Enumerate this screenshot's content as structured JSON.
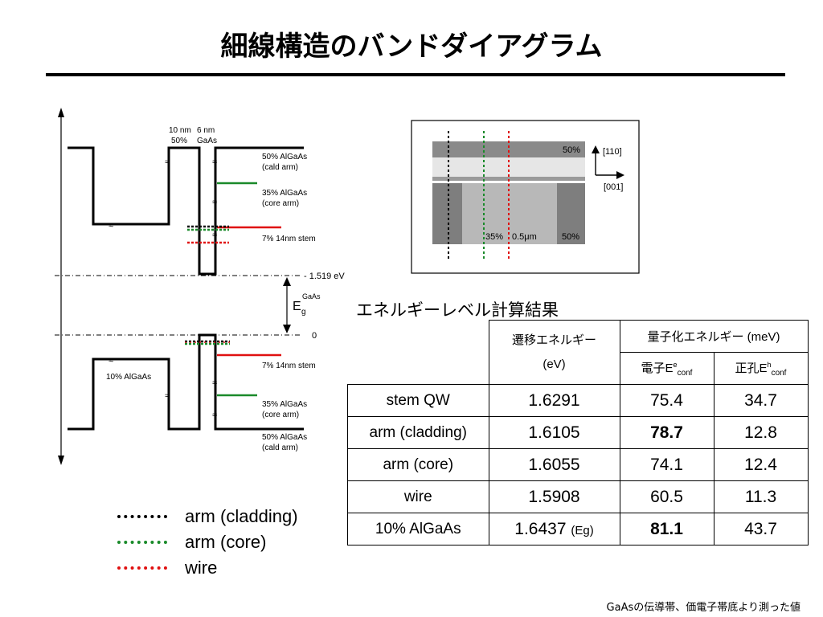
{
  "title": "細線構造のバンドダイアグラム",
  "diagram": {
    "top_label_10nm": "10 nm",
    "top_label_6nm": "6 nm",
    "top_label_50pct": "50%",
    "top_label_gaas": "GaAs",
    "cb_label_cald": [
      "50% AlGaAs",
      "(cald arm)"
    ],
    "cb_label_core": [
      "35% AlGaAs",
      "(core arm)"
    ],
    "cb_label_stem": "7% 14nm stem",
    "level_1519": "- 1.519 eV",
    "eg_label": "E",
    "eg_sub": "g",
    "eg_sup": "GaAs",
    "level_0": "0",
    "vb_label_10pct": "10% AlGaAs",
    "vb_label_stem": "7% 14nm stem",
    "vb_label_core": [
      "35% AlGaAs",
      "(core arm)"
    ],
    "vb_label_cald": [
      "50% AlGaAs",
      "(cald arm)"
    ],
    "inset_50pct_top": "50%",
    "inset_35pct": "35%",
    "inset_05um": "0.5μm",
    "inset_50pct_bottom": "50%",
    "dir_110": "[110]",
    "dir_001": "[001]"
  },
  "legend": [
    {
      "label": "arm (cladding)",
      "color": "#000000"
    },
    {
      "label": "arm (core)",
      "color": "#1a8a2a"
    },
    {
      "label": "wire",
      "color": "#e01010"
    }
  ],
  "table": {
    "title": "エネルギーレベル計算結果",
    "header_transition": "遷移エネルギー",
    "header_transition_unit": "(eV)",
    "header_quantized": "量子化エネルギー (meV)",
    "header_electron": "電子E",
    "header_electron_sup": "e",
    "header_electron_sub": "conf",
    "header_hole": "正孔E",
    "header_hole_sup": "h",
    "header_hole_sub": "conf",
    "rows": [
      {
        "name": "stem QW",
        "transition": "1.6291",
        "transition_note": "",
        "electron": "75.4",
        "electron_bold": false,
        "hole": "34.7"
      },
      {
        "name": "arm (cladding)",
        "transition": "1.6105",
        "transition_note": "",
        "electron": "78.7",
        "electron_bold": true,
        "hole": "12.8"
      },
      {
        "name": "arm (core)",
        "transition": "1.6055",
        "transition_note": "",
        "electron": "74.1",
        "electron_bold": false,
        "hole": "12.4"
      },
      {
        "name": "wire",
        "transition": "1.5908",
        "transition_note": "",
        "electron": "60.5",
        "electron_bold": false,
        "hole": "11.3"
      },
      {
        "name": "10% AlGaAs",
        "transition": "1.6437",
        "transition_note": "(Eg)",
        "electron": "81.1",
        "electron_bold": true,
        "hole": "43.7"
      }
    ]
  },
  "footnote": "GaAsの伝導帯、価電子帯底より測った値",
  "colors": {
    "green": "#1a8a2a",
    "red": "#e01010",
    "black": "#000000"
  }
}
